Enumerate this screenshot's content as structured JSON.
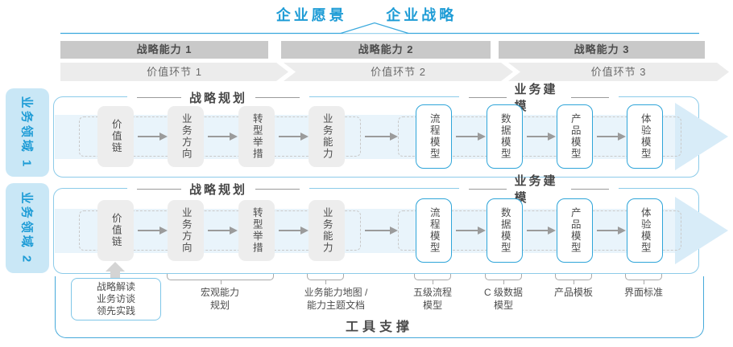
{
  "header": {
    "vision": "企业愿景",
    "strategy": "企业战略"
  },
  "capabilities": [
    "战略能力 1",
    "战略能力 2",
    "战略能力 3"
  ],
  "value_links": [
    "价值环节 1",
    "价值环节 2",
    "价值环节 3"
  ],
  "domains": [
    "业务领域 1",
    "业务领域 2"
  ],
  "sections": {
    "planning": "战略规划",
    "modeling": "业务建模"
  },
  "planning_boxes": [
    "价值链",
    "业务方向",
    "转型举措",
    "业务能力"
  ],
  "modeling_boxes": [
    "流程模型",
    "数据模型",
    "产品模型",
    "体验模型"
  ],
  "annotations": {
    "inputs": "战略解读\n业务访谈\n领先实践",
    "macro_capability": "宏观能力\n规划",
    "capability_map": "业务能力地图 /\n能力主题文档",
    "process_model": "五级流程\n模型",
    "data_model": "C 级数据\n模型",
    "product_template": "产品模板",
    "ui_standard": "界面标准"
  },
  "footer": {
    "label": "工具支撑"
  },
  "colors": {
    "accent_blue": "#1e9cd6",
    "panel_border": "#8ccbe9",
    "band_fill": "#e9f4fb",
    "band_arrow": "#d8ecf8",
    "bar_gray": "#c9c9c9",
    "chevron_gray": "#ececec",
    "box_gray": "#ededed",
    "model_box_border": "#2fa5d9",
    "container_border": "#45a9da"
  }
}
